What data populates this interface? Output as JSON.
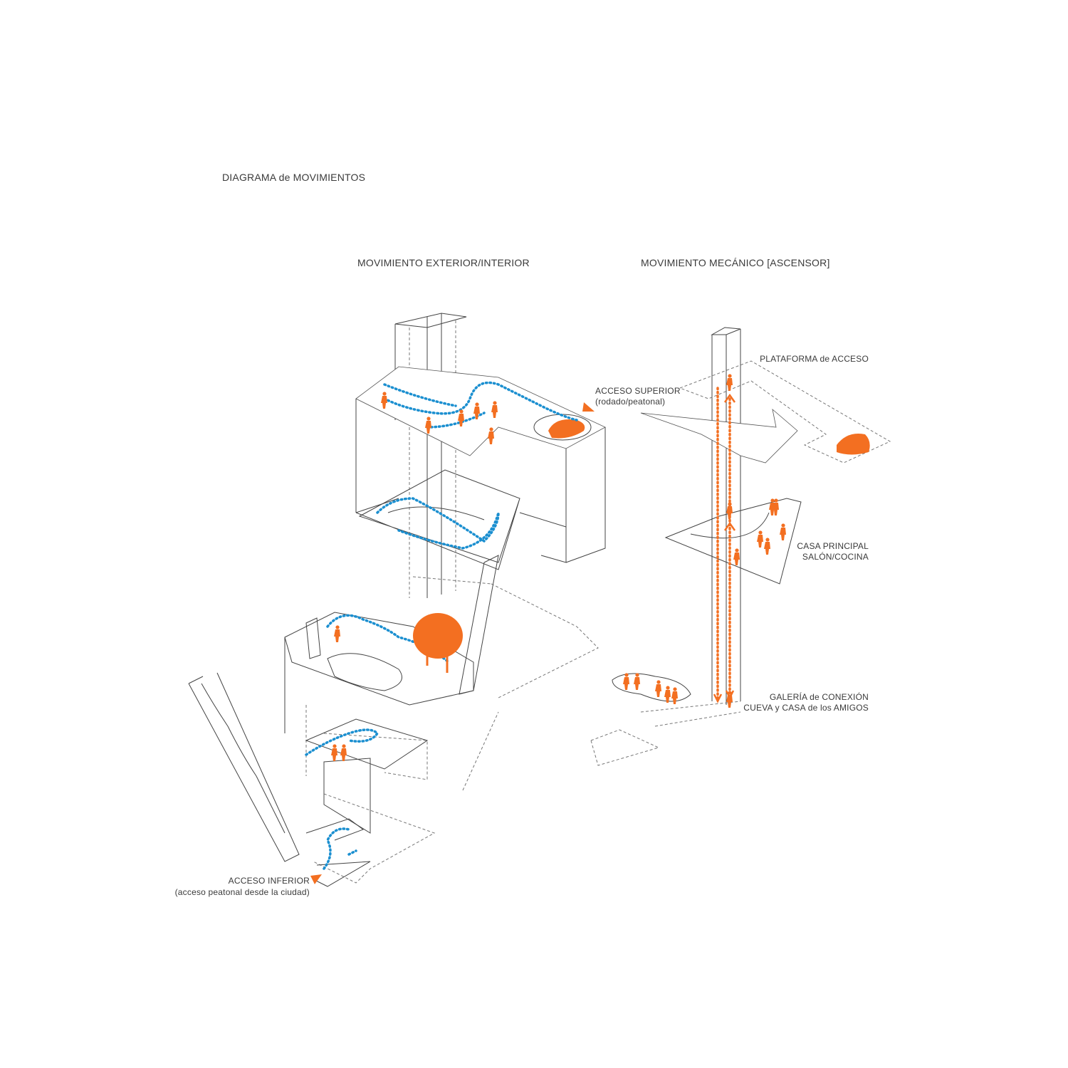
{
  "title": "DIAGRAMA de MOVIMIENTOS",
  "sections": {
    "left": "MOVIMIENTO  EXTERIOR/INTERIOR",
    "right": "MOVIMIENTO MECÁNICO [ASCENSOR]"
  },
  "labels": {
    "acceso_superior": "ACCESO SUPERIOR",
    "acceso_superior_sub": "(rodado/peatonal)",
    "acceso_inferior": "ACCESO INFERIOR",
    "acceso_inferior_sub": "(acceso peatonal desde la ciudad)",
    "plataforma": "PLATAFORMA de ACCESO",
    "casa_1": "CASA PRINCIPAL",
    "casa_2": "SALÓN/COCINA",
    "galeria_1": "GALERÍA de CONEXIÓN",
    "galeria_2": "CUEVA y CASA de los AMIGOS"
  },
  "colors": {
    "accent": "#f36f21",
    "path": "#1b8fd0",
    "line": "#444444"
  }
}
